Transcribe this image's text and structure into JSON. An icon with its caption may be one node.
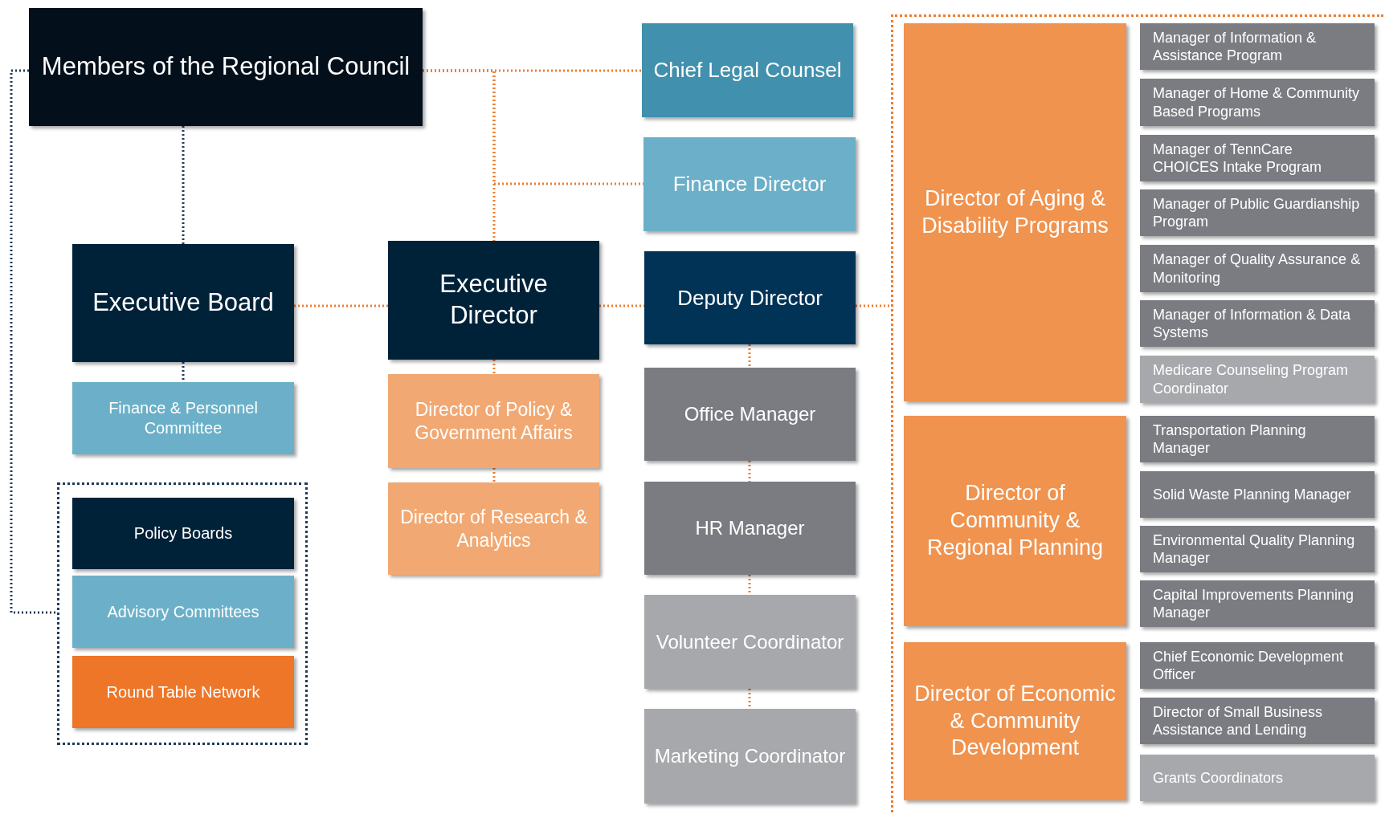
{
  "diagram": {
    "nodes": [
      {
        "text": [
          "Members of the Regional Council"
        ]
      },
      {
        "text": [
          "Chief Legal Counsel"
        ]
      },
      {
        "text": [
          "Finance Director"
        ]
      },
      {
        "text": [
          "Executive Board"
        ]
      },
      {
        "text": [
          "Executive Director"
        ]
      },
      {
        "text": [
          "Deputy Director"
        ]
      },
      {
        "text": [
          "Finance & Personnel Committee"
        ]
      },
      {
        "text": [],
        "shape": "box"
      },
      {
        "text": [
          "Policy Boards"
        ],
        "in": 7
      },
      {
        "text": [
          "Advisory Committees"
        ],
        "in": 7
      },
      {
        "text": [
          "Round Table Network"
        ],
        "in": 7
      },
      {
        "text": [
          "Director of Policy & Government Affairs"
        ]
      },
      {
        "text": [
          "Director of Research & Analytics"
        ]
      },
      {
        "text": [
          "Office Manager"
        ]
      },
      {
        "text": [
          "HR Manager"
        ]
      },
      {
        "text": [
          "Volunteer Coordinator"
        ]
      },
      {
        "text": [
          "Marketing Coordinator"
        ]
      },
      {
        "text": [],
        "shape": "box"
      },
      {
        "text": [
          "Director of Aging & Disability Programs"
        ],
        "in": 17
      },
      {
        "text": [
          "Manager of Information & Assistance Program"
        ],
        "in": 17
      },
      {
        "text": [
          "Manager of Home & Community Based Programs"
        ],
        "in": 17
      },
      {
        "text": [
          "Manager of TennCare CHOICES Intake Program"
        ],
        "in": 17
      },
      {
        "text": [
          "Manager of Public Guardianship Program"
        ],
        "in": 17
      },
      {
        "text": [
          "Manager of Quality Assurance & Monitoring"
        ],
        "in": 17
      },
      {
        "text": [
          "Manager of Information & Data Systems"
        ],
        "in": 17
      },
      {
        "text": [
          "Medicare Counseling Program Coordinator"
        ],
        "in": 17
      },
      {
        "text": [
          "Director of Community & Regional Planning"
        ],
        "in": 17
      },
      {
        "text": [
          "Transportation Planning Manager"
        ],
        "in": 17
      },
      {
        "text": [
          "Solid Waste Planning Manager"
        ],
        "in": 17
      },
      {
        "text": [
          "Environmental Quality Planning Manager"
        ],
        "in": 17
      },
      {
        "text": [
          "Capital Improvements Planning Manager"
        ],
        "in": 17
      },
      {
        "text": [
          "Director of Economic & Community Development"
        ],
        "in": 17
      },
      {
        "text": [
          "Chief Economic Development Officer"
        ],
        "in": 17
      },
      {
        "text": [
          "Director of Small Business Assistance and Lending"
        ],
        "in": 17
      },
      {
        "text": [
          "Grants Coordinators"
        ],
        "in": 17
      }
    ],
    "edges": [
      {
        "from": 0,
        "to": 1,
        "arrow": "none"
      },
      {
        "from": 0,
        "to": 2,
        "arrow": "none"
      },
      {
        "from": 0,
        "to": 4,
        "arrow": "none"
      },
      {
        "from": 0,
        "to": 3,
        "arrow": "none",
        "color": "#1f3b57"
      },
      {
        "from": 3,
        "to": 4,
        "arrow": "none"
      },
      {
        "from": 4,
        "to": 5,
        "arrow": "none"
      },
      {
        "from": 5,
        "to": 17,
        "arrow": "none"
      },
      {
        "from": 3,
        "to": 6,
        "arrow": "none",
        "color": "#1f3b57"
      },
      {
        "from": 0,
        "to": 7,
        "arrow": "none",
        "color": "#1f3b57"
      },
      {
        "from": 4,
        "to": 11,
        "arrow": "none"
      },
      {
        "from": 11,
        "to": 12,
        "arrow": "none"
      },
      {
        "from": 5,
        "to": 13,
        "arrow": "none"
      },
      {
        "from": 13,
        "to": 14,
        "arrow": "none"
      },
      {
        "from": 14,
        "to": 15,
        "arrow": "none"
      },
      {
        "from": 15,
        "to": 16,
        "arrow": "none"
      }
    ]
  }
}
